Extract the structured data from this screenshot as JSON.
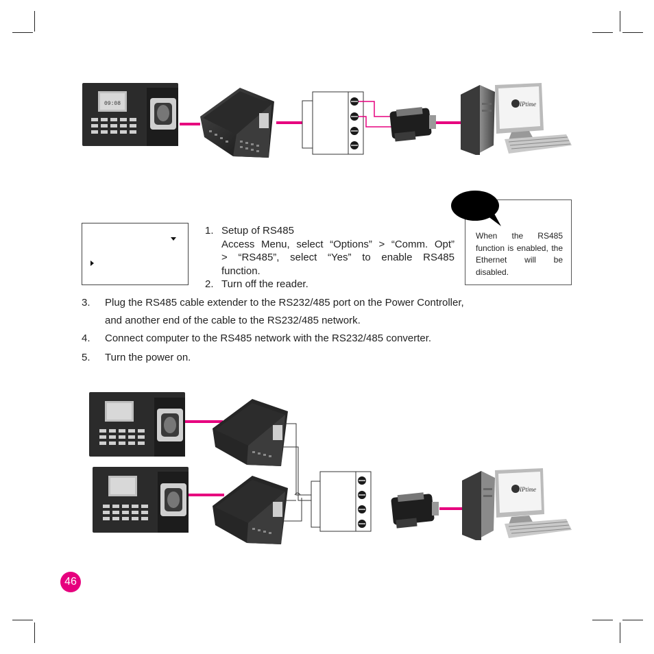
{
  "menu": {
    "comm_opt_title": "",
    "selected_item": ""
  },
  "steps_top": [
    {
      "num": "1.",
      "lines": [
        "Setup of RS485",
        "Access Menu, select “Options” > “Comm. Opt”",
        "> “RS485”, select “Yes” to enable RS485",
        "function."
      ]
    },
    {
      "num": "2.",
      "lines": [
        "Turn off the reader."
      ]
    }
  ],
  "steps_bottom": [
    {
      "num": "3.",
      "lines": [
        "Plug the RS485 cable extender to the RS232/485 port on the Power Controller,",
        "and another end of the cable to the RS232/485 network."
      ]
    },
    {
      "num": "4.",
      "lines": [
        "Connect computer to the RS485 network with the RS232/485 converter."
      ]
    },
    {
      "num": "5.",
      "lines": [
        "Turn the power on."
      ]
    }
  ],
  "note": {
    "text": "When the RS485 function is enabled, the Ethernet will be disabled."
  },
  "device_screen": {
    "line1": "",
    "line2": "09:08"
  },
  "logo_text": "IPtime",
  "page_number": "46",
  "colors": {
    "accent": "#e6007e",
    "bubble": "#000000",
    "text": "#222222"
  }
}
